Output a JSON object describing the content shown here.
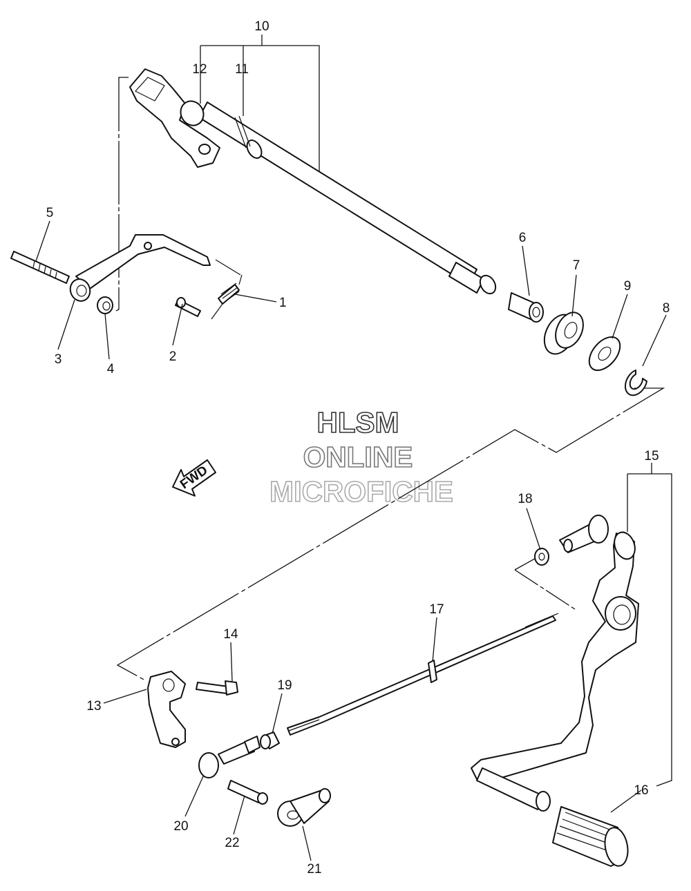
{
  "watermark": {
    "line1": "HLSM",
    "line2": "ONLINE",
    "line3": "MICROFICHE",
    "colors": {
      "line1": "#333333",
      "line2": "#777777",
      "line3": "#aaaaaa"
    }
  },
  "fwd_arrow": {
    "text": "FWD"
  },
  "callouts": [
    {
      "number": "1"
    },
    {
      "number": "2"
    },
    {
      "number": "3"
    },
    {
      "number": "4"
    },
    {
      "number": "5"
    },
    {
      "number": "6"
    },
    {
      "number": "7"
    },
    {
      "number": "8"
    },
    {
      "number": "9"
    },
    {
      "number": "10"
    },
    {
      "number": "11"
    },
    {
      "number": "12"
    },
    {
      "number": "13"
    },
    {
      "number": "14"
    },
    {
      "number": "15"
    },
    {
      "number": "16"
    },
    {
      "number": "17"
    },
    {
      "number": "18"
    },
    {
      "number": "19"
    },
    {
      "number": "20"
    },
    {
      "number": "21"
    },
    {
      "number": "22"
    }
  ]
}
